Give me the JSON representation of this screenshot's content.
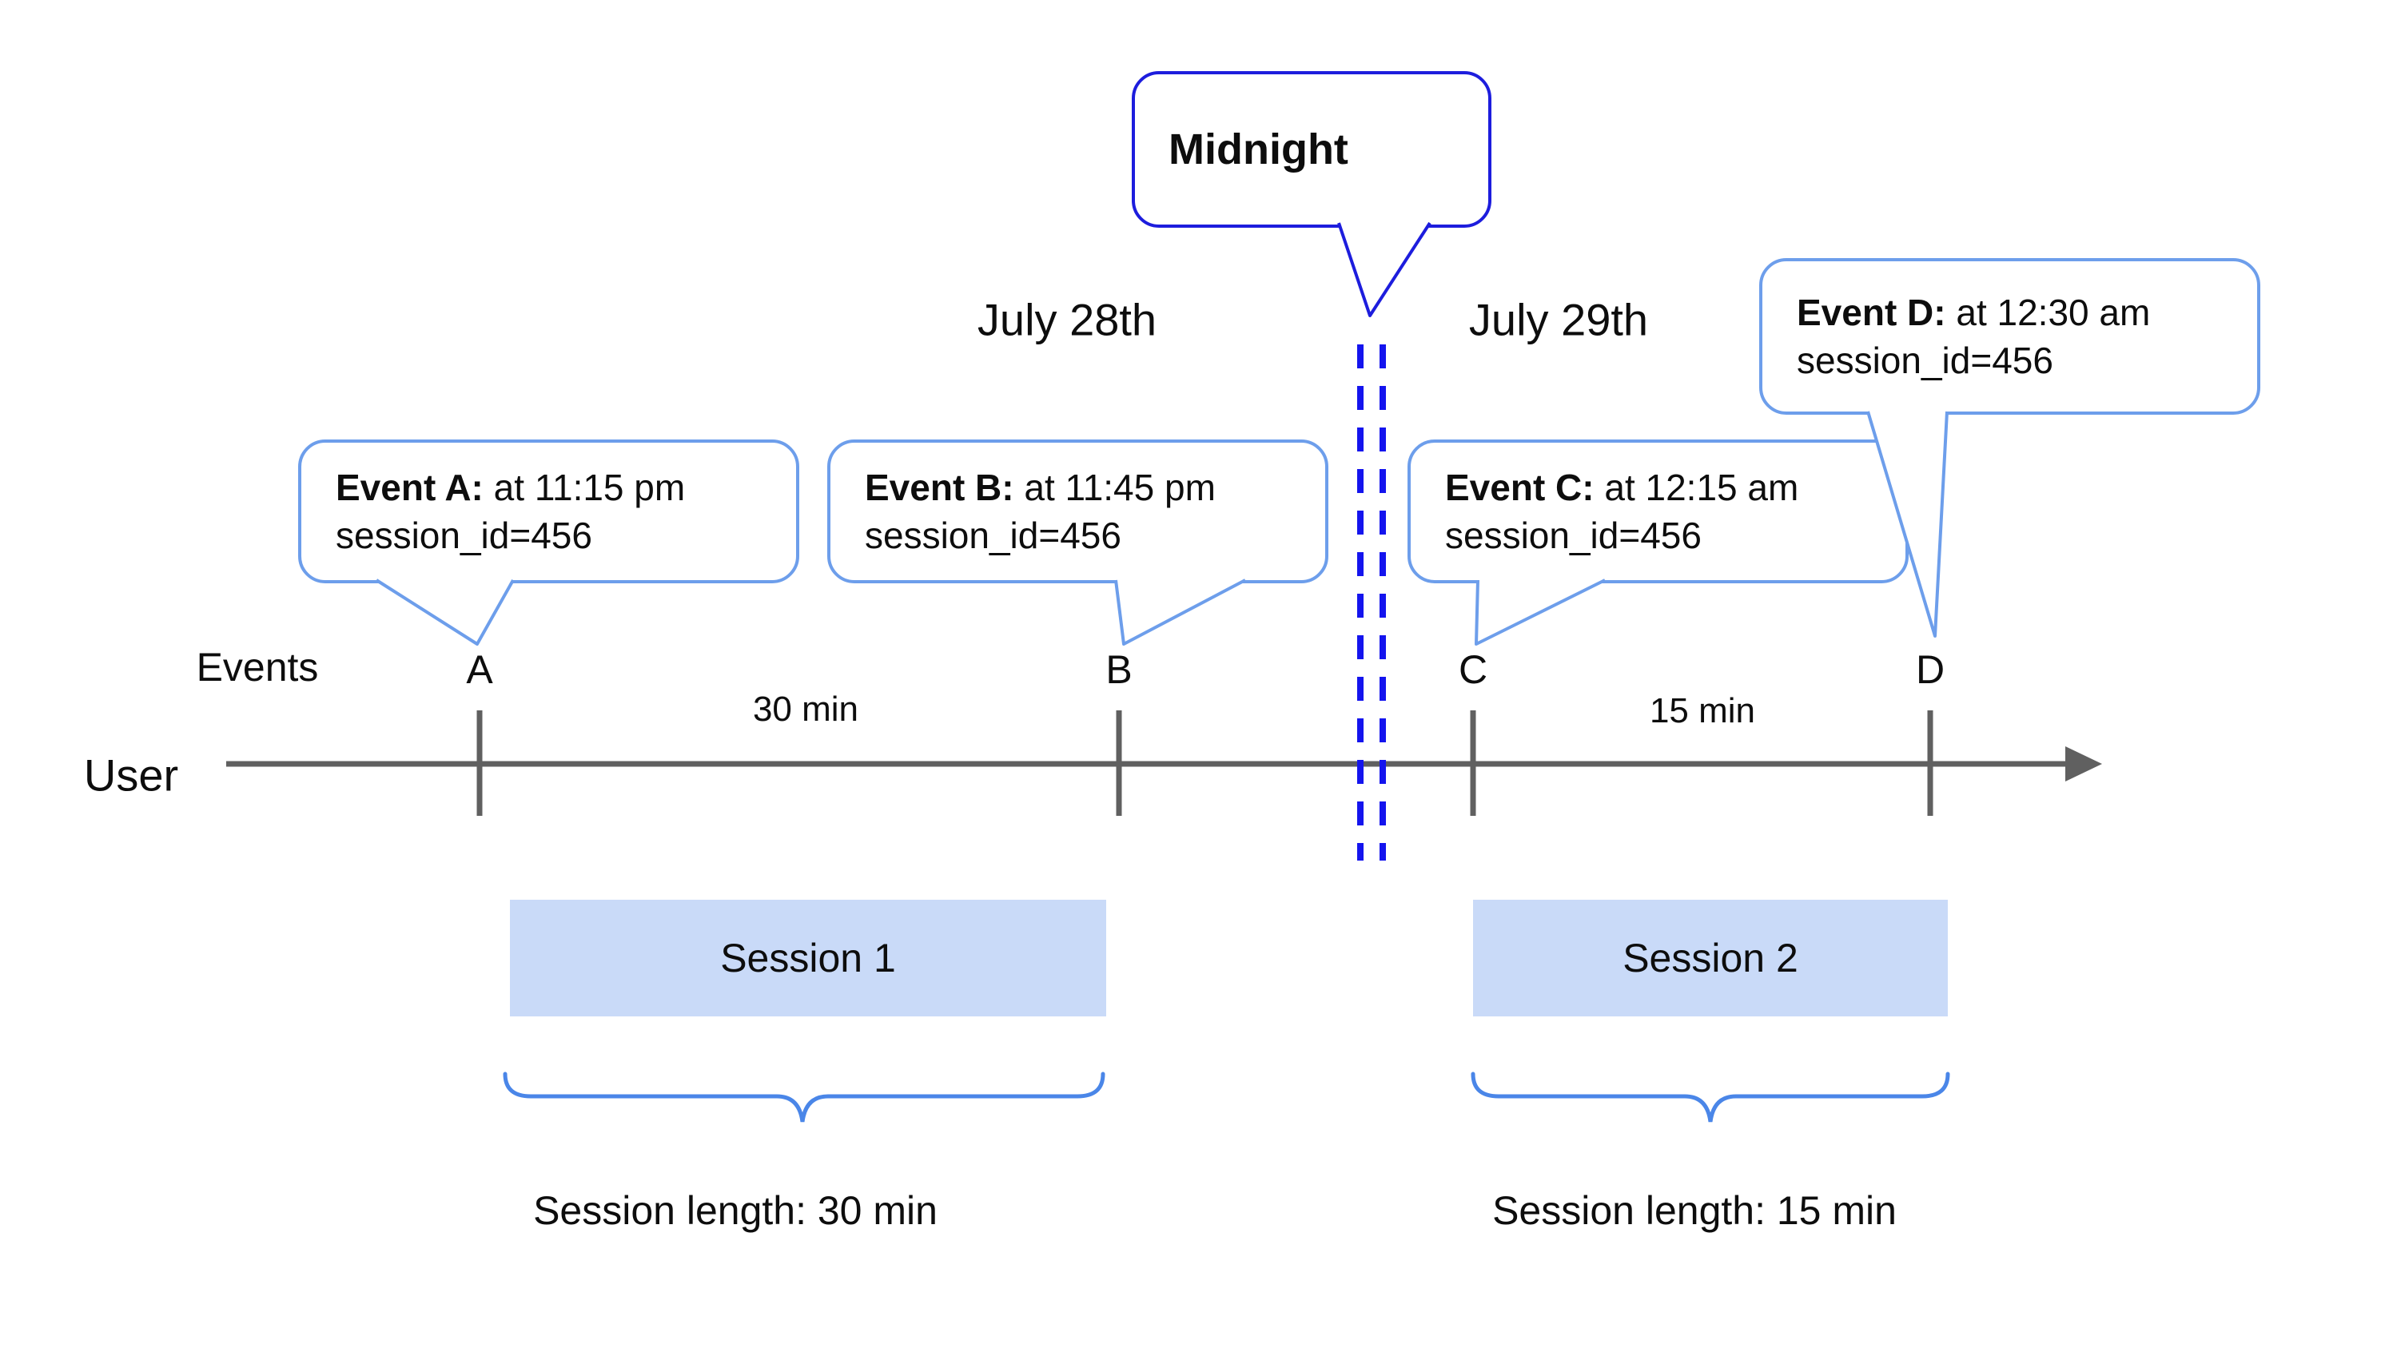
{
  "colors": {
    "background": "#ffffff",
    "timeline_gray": "#606060",
    "midnight_border_blue": "#1d1ddd",
    "dashed_line_blue": "#1414ee",
    "callout_border_blue": "#6d9eeb",
    "brace_blue": "#4a86e8",
    "session_box_fill": "#c9daf8",
    "text_black": "#0d0d0d"
  },
  "axis": {
    "events_label": "Events",
    "user_label": "User"
  },
  "dates": {
    "left_label": "July 28th",
    "right_label": "July 29th"
  },
  "midnight_callout": {
    "label": "Midnight"
  },
  "event_markers": [
    {
      "letter": "A",
      "callout_title": "Event A:",
      "callout_time": "at 11:15 pm",
      "callout_session": "session_id=456"
    },
    {
      "letter": "B",
      "callout_title": "Event B:",
      "callout_time": "at 11:45 pm",
      "callout_session": "session_id=456"
    },
    {
      "letter": "C",
      "callout_title": "Event C:",
      "callout_time": "at 12:15 am",
      "callout_session": "session_id=456"
    },
    {
      "letter": "D",
      "callout_title": "Event D:",
      "callout_time": "at 12:30 am",
      "callout_session": "session_id=456"
    }
  ],
  "intervals": [
    {
      "label": "30 min"
    },
    {
      "label": "15 min"
    }
  ],
  "sessions": [
    {
      "box_label": "Session 1",
      "length_label": "Session length: 30 min"
    },
    {
      "box_label": "Session 2",
      "length_label": "Session length: 15 min"
    }
  ]
}
